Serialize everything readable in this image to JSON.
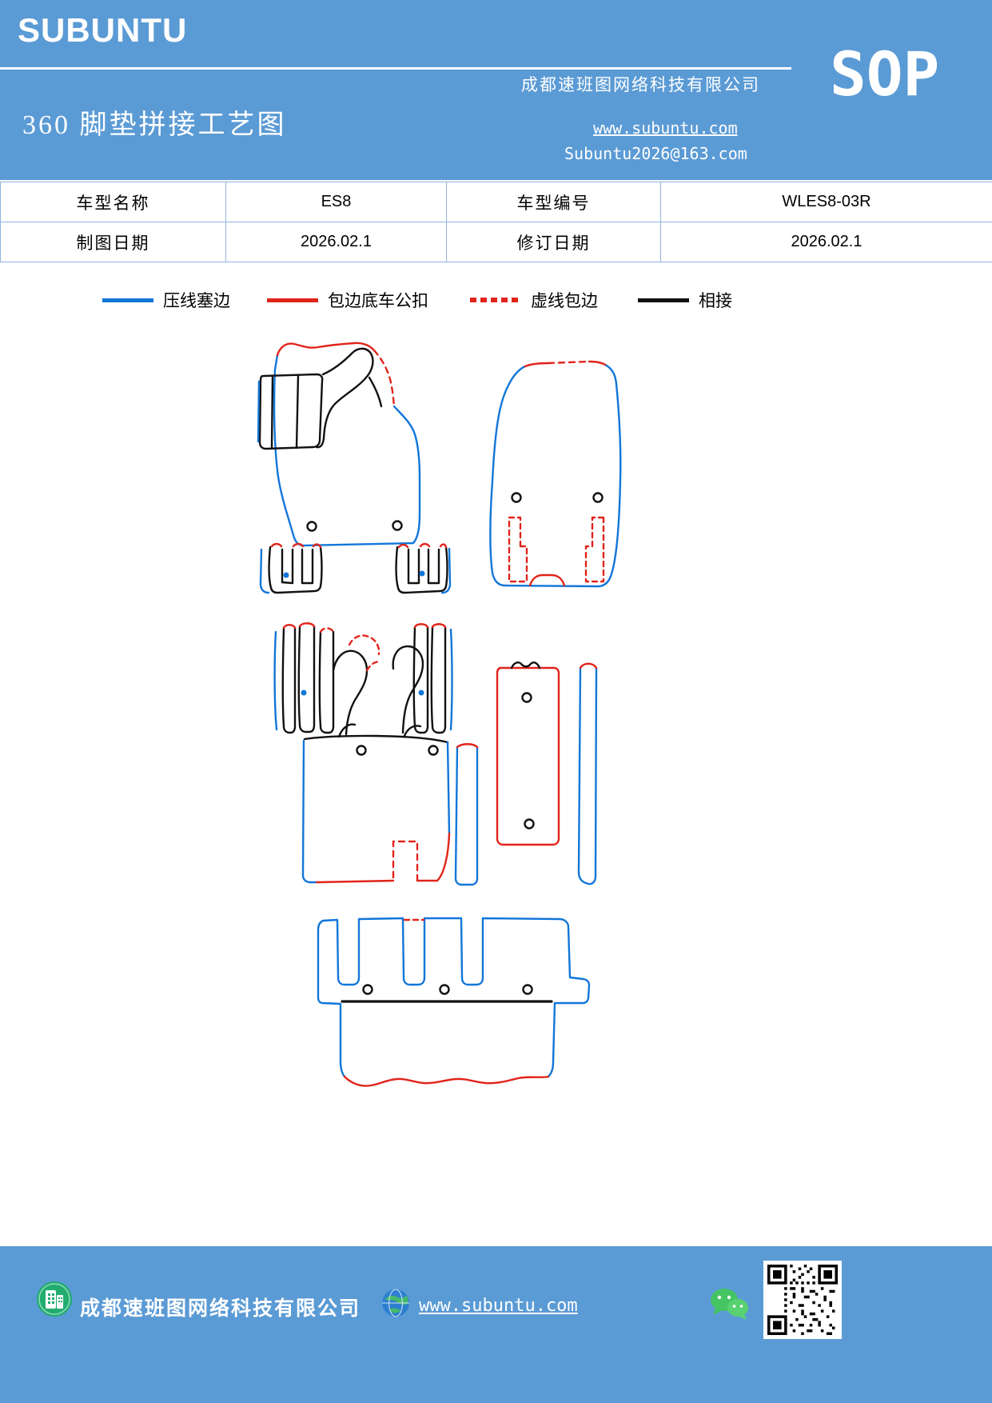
{
  "header": {
    "logo": "SUBUNTU",
    "sop": "SOP",
    "title": "360 脚垫拼接工艺图",
    "company": "成都速班图网络科技有限公司",
    "website": "www.subuntu.com",
    "email": "Subuntu2026@163.com"
  },
  "info_table": {
    "rows": [
      {
        "c0": "车型名称",
        "c1": "ES8",
        "c2": "车型编号",
        "c3": "WLES8-03R"
      },
      {
        "c0": "制图日期",
        "c1": "2026.02.1",
        "c2": "修订日期",
        "c3": "2026.02.1"
      }
    ]
  },
  "legend": [
    {
      "label": "压线塞边",
      "color": "#1276d9",
      "style": "solid"
    },
    {
      "label": "包边底车公扣",
      "color": "#e0241b",
      "style": "solid"
    },
    {
      "label": "虚线包边",
      "color": "#e0241b",
      "style": "dashed"
    },
    {
      "label": "相接",
      "color": "#111111",
      "style": "solid"
    }
  ],
  "diagram": {
    "line_colors": {
      "blue": "#1276d9",
      "red": "#e0241b",
      "black": "#111111"
    },
    "pieces": [
      "driver-mat",
      "driver-pillar-left",
      "driver-pillar-right",
      "passenger-mat",
      "mid-row-strips",
      "mid-row-mat",
      "mid-narrow-strip",
      "console-strip",
      "side-narrow-strip",
      "third-row-mat"
    ]
  },
  "footer": {
    "company": "成都速班图网络科技有限公司",
    "website": "www.subuntu.com"
  }
}
